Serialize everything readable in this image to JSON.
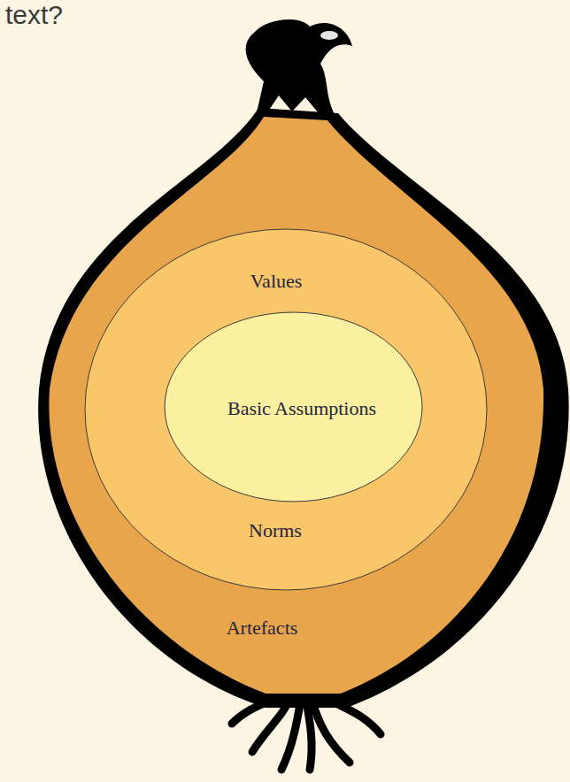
{
  "diagram": {
    "nodes": [
      {
        "text": [
          "Artefacts"
        ]
      },
      {
        "text": [
          "Values",
          "Norms"
        ],
        "in": 0
      },
      {
        "text": [
          "Basic Assumptions"
        ],
        "in": 1
      }
    ],
    "labels": [
      "text?"
    ]
  }
}
